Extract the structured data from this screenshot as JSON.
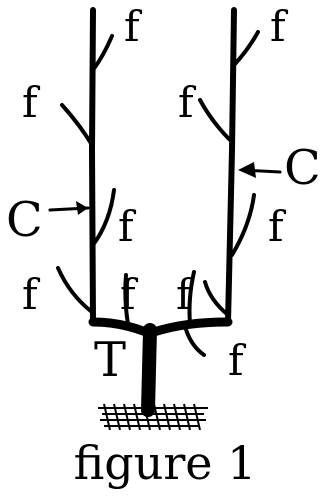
{
  "labels": {
    "fruiting": "f",
    "cordon": "C",
    "trunk": "T"
  },
  "caption": "figure 1"
}
